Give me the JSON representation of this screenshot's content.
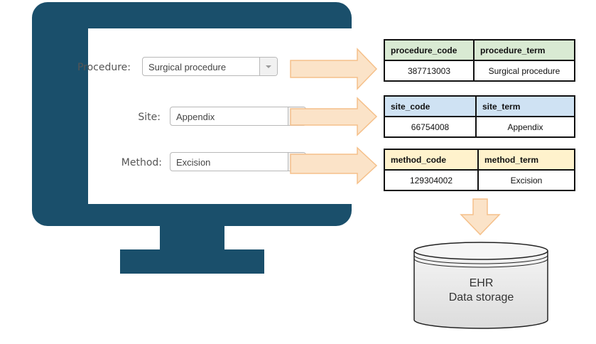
{
  "form": {
    "procedure": {
      "label": "Procedure:",
      "value": "Surgical procedure"
    },
    "site": {
      "label": "Site:",
      "value": "Appendix"
    },
    "method": {
      "label": "Method:",
      "value": "Excision"
    }
  },
  "tables": {
    "procedure": {
      "headers": [
        "procedure_code",
        "procedure_term"
      ],
      "row": [
        "387713003",
        "Surgical procedure"
      ],
      "header_color": "#d9ead3"
    },
    "site": {
      "headers": [
        "site_code",
        "site_term"
      ],
      "row": [
        "66754008",
        "Appendix"
      ],
      "header_color": "#cfe2f3"
    },
    "method": {
      "headers": [
        "method_code",
        "method_term"
      ],
      "row": [
        "129304002",
        "Excision"
      ],
      "header_color": "#fff2cc"
    }
  },
  "storage": {
    "line1": "EHR",
    "line2": "Data storage"
  },
  "colors": {
    "monitor": "#1a4f6b",
    "arrow_fill": "#fbe3c8",
    "arrow_stroke": "#f5c08a"
  }
}
